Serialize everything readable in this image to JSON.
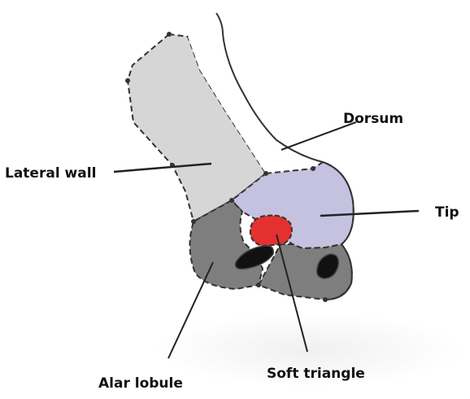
{
  "labels": {
    "dorsum": "Dorsum",
    "lateral_wall": "Lateral wall",
    "tip": "Tip",
    "alar_lobule": "Alar lobule",
    "soft_triangle": "Soft triangle"
  },
  "colors": {
    "lateral_wall": "#d6d6d6",
    "tip": "#c5c2e0",
    "alar_lobule": "#7e7e7e",
    "soft_triangle": "#e53030",
    "nostril": "#111111",
    "outline": "#333333",
    "dorsum": "#ffffff"
  }
}
